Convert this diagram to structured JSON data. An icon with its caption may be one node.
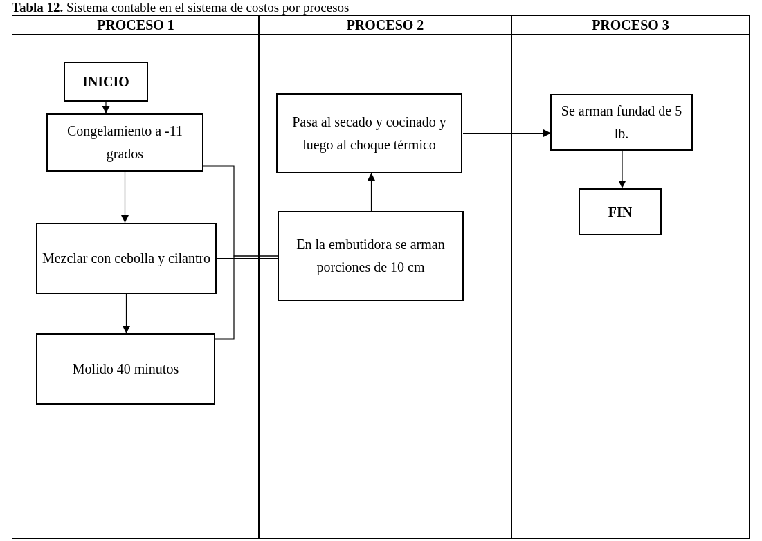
{
  "diagram": {
    "title": "**Tabla 12.** Sistema contable en el sistema de costos por procesos",
    "nodes": [
      {
        "text": [
          "PROCESO 1"
        ]
      },
      {
        "text": [
          "PROCESO 2"
        ]
      },
      {
        "text": [
          "PROCESO 3"
        ]
      },
      {
        "text": [
          "INICIO"
        ],
        "in": 0
      },
      {
        "text": [
          "Congelamiento a -11 grados"
        ],
        "in": 0
      },
      {
        "text": [
          "Mezclar con cebolla y cilantro"
        ],
        "in": 0
      },
      {
        "text": [
          "Molido 40 minutos"
        ],
        "in": 0
      },
      {
        "text": [
          "Pasa al secado y cocinado y luego al choque térmico"
        ],
        "in": 1
      },
      {
        "text": [
          "En la embutidora se arman porciones de 10 cm"
        ],
        "in": 1
      },
      {
        "text": [
          "Se arman fundad de 5 lb."
        ],
        "in": 2
      },
      {
        "text": [
          "FIN"
        ],
        "in": 2
      }
    ],
    "edges": [
      {
        "from": 3,
        "to": 4,
        "arrow": "to"
      },
      {
        "from": 4,
        "to": 5,
        "arrow": "to"
      },
      {
        "from": 5,
        "to": 6,
        "arrow": "to"
      },
      {
        "from": 4,
        "to": 8,
        "arrow": "none"
      },
      {
        "from": 5,
        "to": 8,
        "arrow": "none"
      },
      {
        "from": 6,
        "to": 8,
        "arrow": "none"
      },
      {
        "from": 8,
        "to": 7,
        "arrow": "to"
      },
      {
        "from": 7,
        "to": 9,
        "arrow": "to"
      },
      {
        "from": 9,
        "to": 10,
        "arrow": "to"
      }
    ]
  }
}
